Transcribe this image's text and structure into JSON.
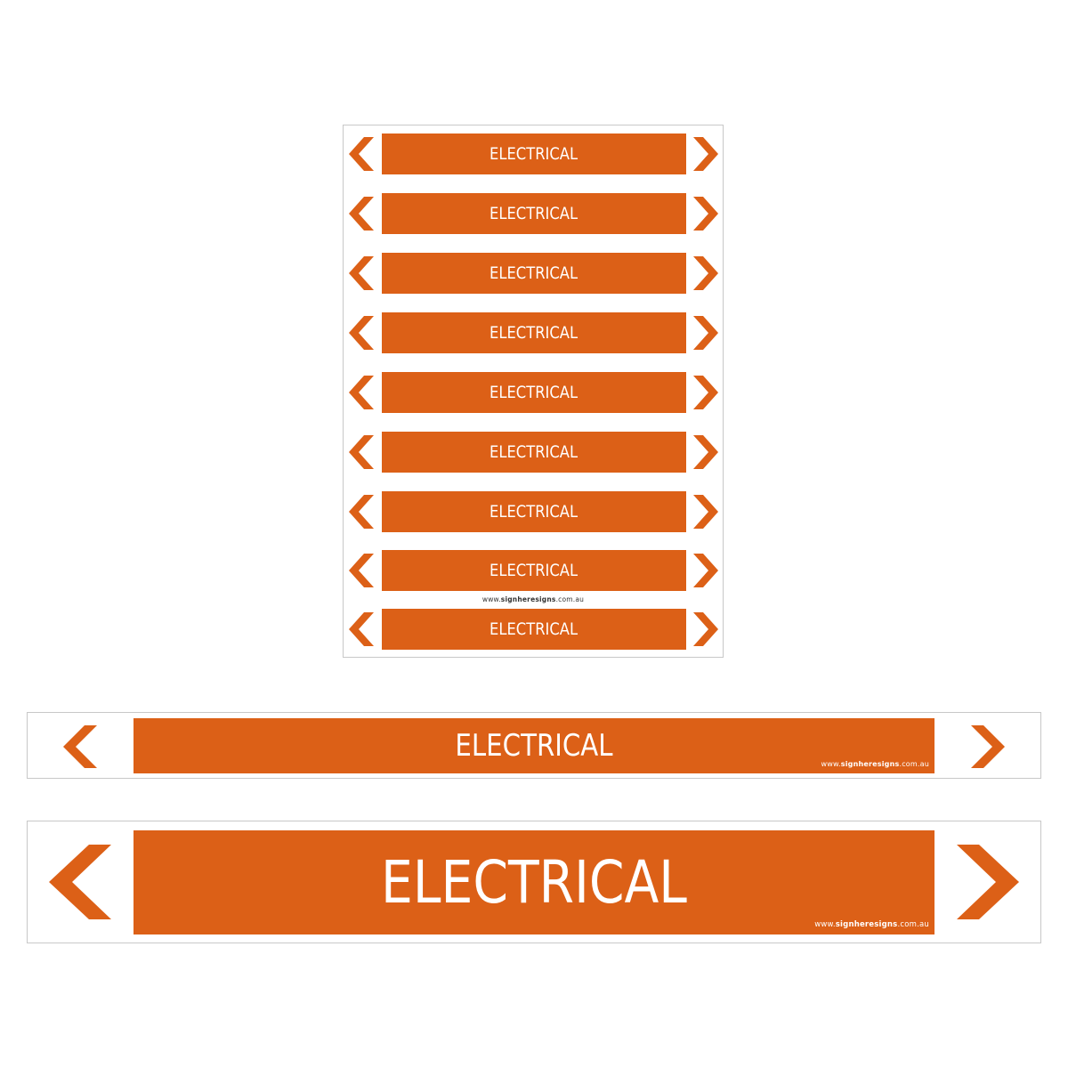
{
  "colors": {
    "brand_orange": "#dc6017",
    "border": "#c8c8c8",
    "text_on_orange": "#ffffff"
  },
  "sheet": {
    "labels": [
      "ELECTRICAL",
      "ELECTRICAL",
      "ELECTRICAL",
      "ELECTRICAL",
      "ELECTRICAL",
      "ELECTRICAL",
      "ELECTRICAL",
      "ELECTRICAL",
      "ELECTRICAL"
    ],
    "url_prefix": "www.",
    "url_brand": "signheresigns",
    "url_suffix": ".com.au"
  },
  "strip_medium": {
    "label": "ELECTRICAL",
    "url_prefix": "www.",
    "url_brand": "signheresigns",
    "url_suffix": ".com.au"
  },
  "strip_large": {
    "label": "ELECTRICAL",
    "url_prefix": "www.",
    "url_brand": "signheresigns",
    "url_suffix": ".com.au"
  },
  "icons": {
    "left": "chevron-left-icon",
    "right": "chevron-right-icon"
  }
}
